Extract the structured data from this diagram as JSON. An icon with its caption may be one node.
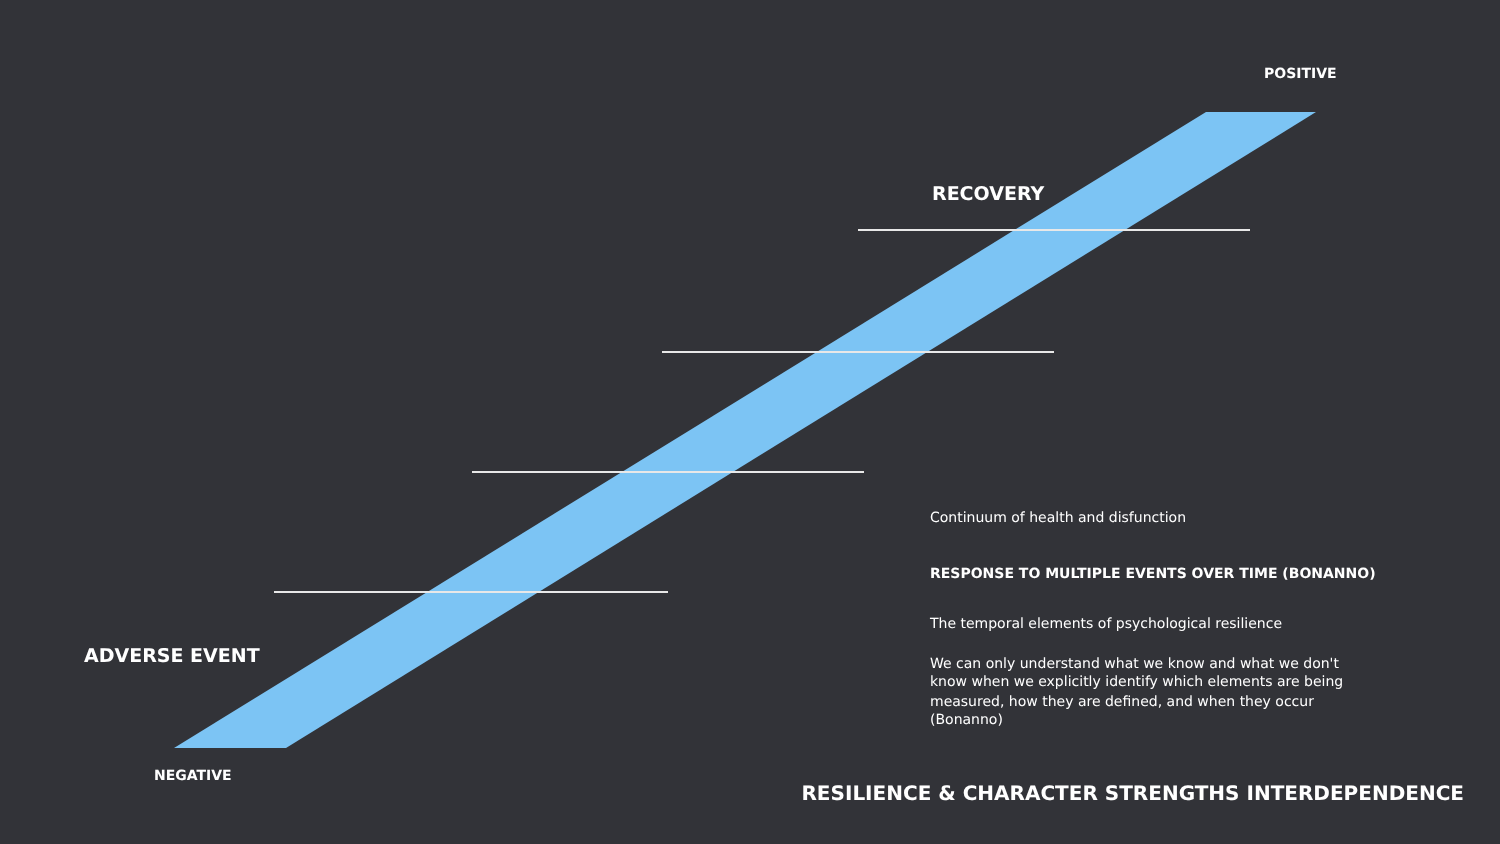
{
  "diagram": {
    "title": "RESILIENCE & CHARACTER STRENGTHS INTERDEPENDENCE",
    "labels": [
      "POSITIVE",
      "RECOVERY",
      "Continuum of health and disfunction",
      "RESPONSE TO MULTIPLE EVENTS OVER TIME (BONANNO)",
      "The temporal elements of psychological resilience",
      "We can only understand what we know and what we don't know when we explicitly identify which elements are being measured, how they are defined, and when they occur (Bonanno)",
      "ADVERSE EVENT",
      "NEGATIVE"
    ]
  }
}
